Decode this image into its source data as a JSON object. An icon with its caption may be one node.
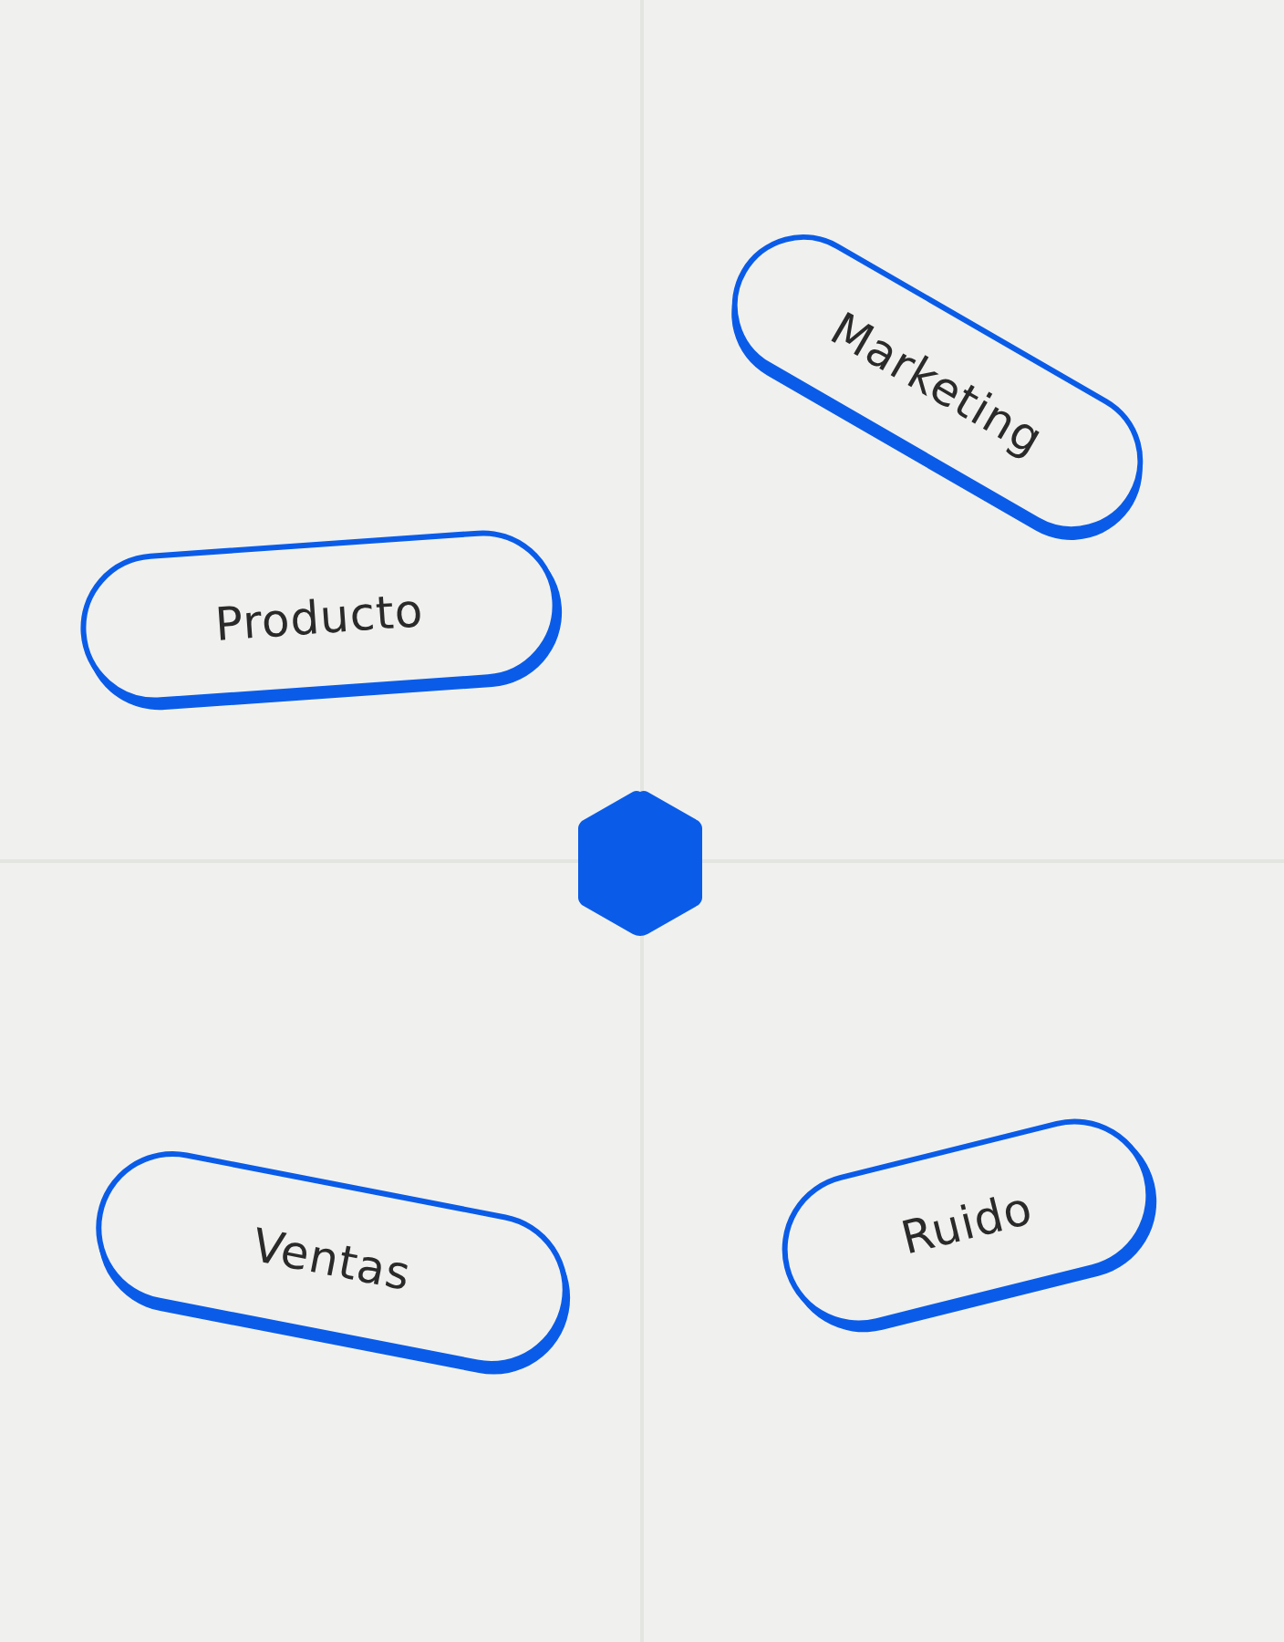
{
  "diagram": {
    "nodes": [
      {
        "text": [
          "Marketing"
        ]
      },
      {
        "text": [
          "Producto"
        ]
      },
      {
        "text": [],
        "shape": "hexagon"
      },
      {
        "text": [
          "Ventas"
        ]
      },
      {
        "text": [
          "Ruido"
        ]
      }
    ]
  }
}
